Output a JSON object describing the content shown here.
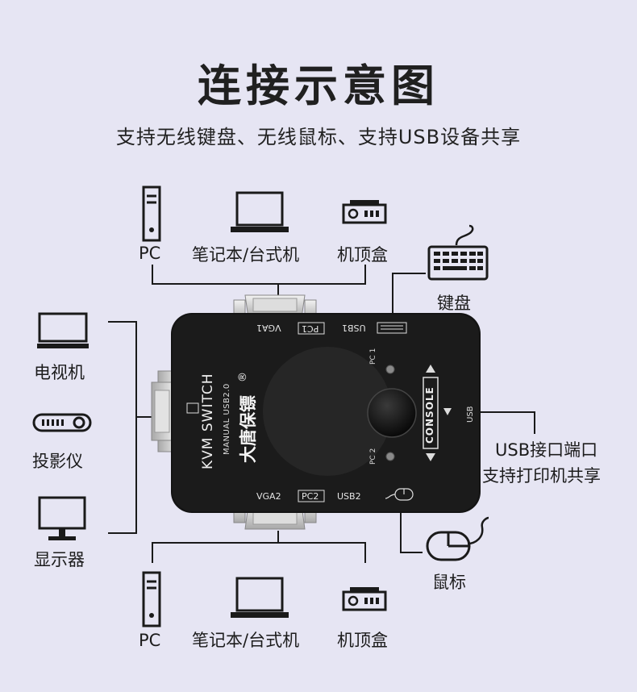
{
  "title": "连接示意图",
  "subtitle": "支持无线键盘、无线鼠标、支持USB设备共享",
  "top_group": {
    "pc": "PC",
    "laptop": "笔记本/台式机",
    "stb": "机顶盒"
  },
  "bottom_group": {
    "pc": "PC",
    "laptop": "笔记本/台式机",
    "stb": "机顶盒"
  },
  "left_group": {
    "tv": "电视机",
    "projector": "投影仪",
    "monitor": "显示器"
  },
  "keyboard": "键盘",
  "mouse": "鼠标",
  "usb_port": {
    "line1": "USB接口端口",
    "line2": "支持打印机共享"
  },
  "device": {
    "brand": "大唐保镖",
    "model": "KVM SWITCH",
    "sub": "MANUAL USB2.0",
    "registered": "®",
    "vga1": "VGA1",
    "pc1": "PC1",
    "usb1": "USB1",
    "vga2": "VGA2",
    "pc2": "PC2",
    "usb2": "USB2",
    "led1": "PC 1",
    "led2": "PC 2",
    "console": "CONSOLE",
    "usb_side": "USB"
  }
}
